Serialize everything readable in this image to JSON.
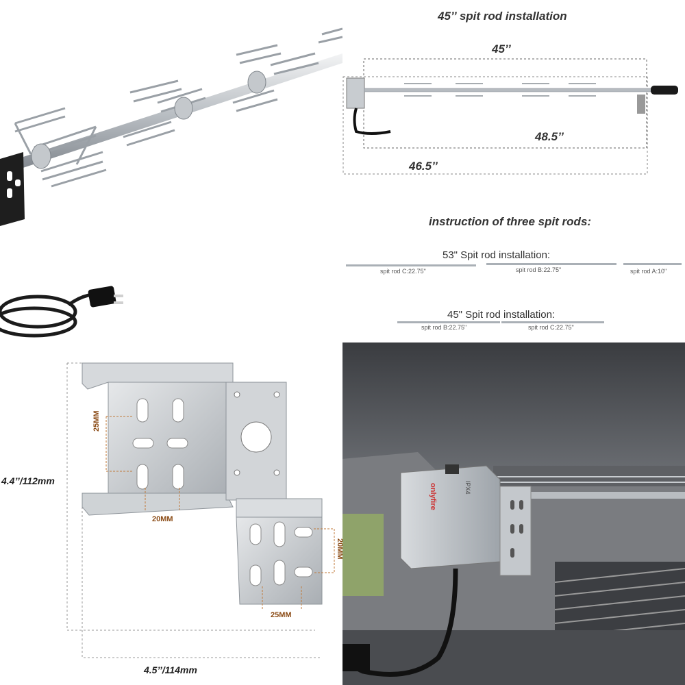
{
  "top_right": {
    "title": "45’’ spit rod installation",
    "dim_top": "45’’",
    "dim_middle": "48.5’’",
    "dim_bottom": "46.5’’",
    "instruction_title": "instruction of three spit rods:",
    "install_53": "53\" Spit rod installation:",
    "rod_c_1": "spit rod C:22.75\"",
    "rod_b_1": "spit rod B:22.75\"",
    "rod_a": "spit rod A:10\"",
    "install_45": "45\" Spit rod installation:",
    "rod_b_2": "spit rod B:22.75\"",
    "rod_c_2": "spit rod C:22.75\""
  },
  "bottom_left": {
    "height_label": "4.4’’/112mm",
    "width_label": "4.5’’/114mm",
    "slot_v_1": "25MM",
    "slot_h_1": "20MM",
    "slot_v_2": "20MM",
    "slot_h_2": "25MM"
  },
  "bottom_right": {
    "brand": "onlyfire",
    "rating": "IPX4"
  },
  "colors": {
    "steel": "#c9cdd1",
    "steel_dark": "#8e949a",
    "cord": "#1a1a1a",
    "accent_dim": "#8a4a14",
    "grill_bg": "#5a5c60"
  }
}
